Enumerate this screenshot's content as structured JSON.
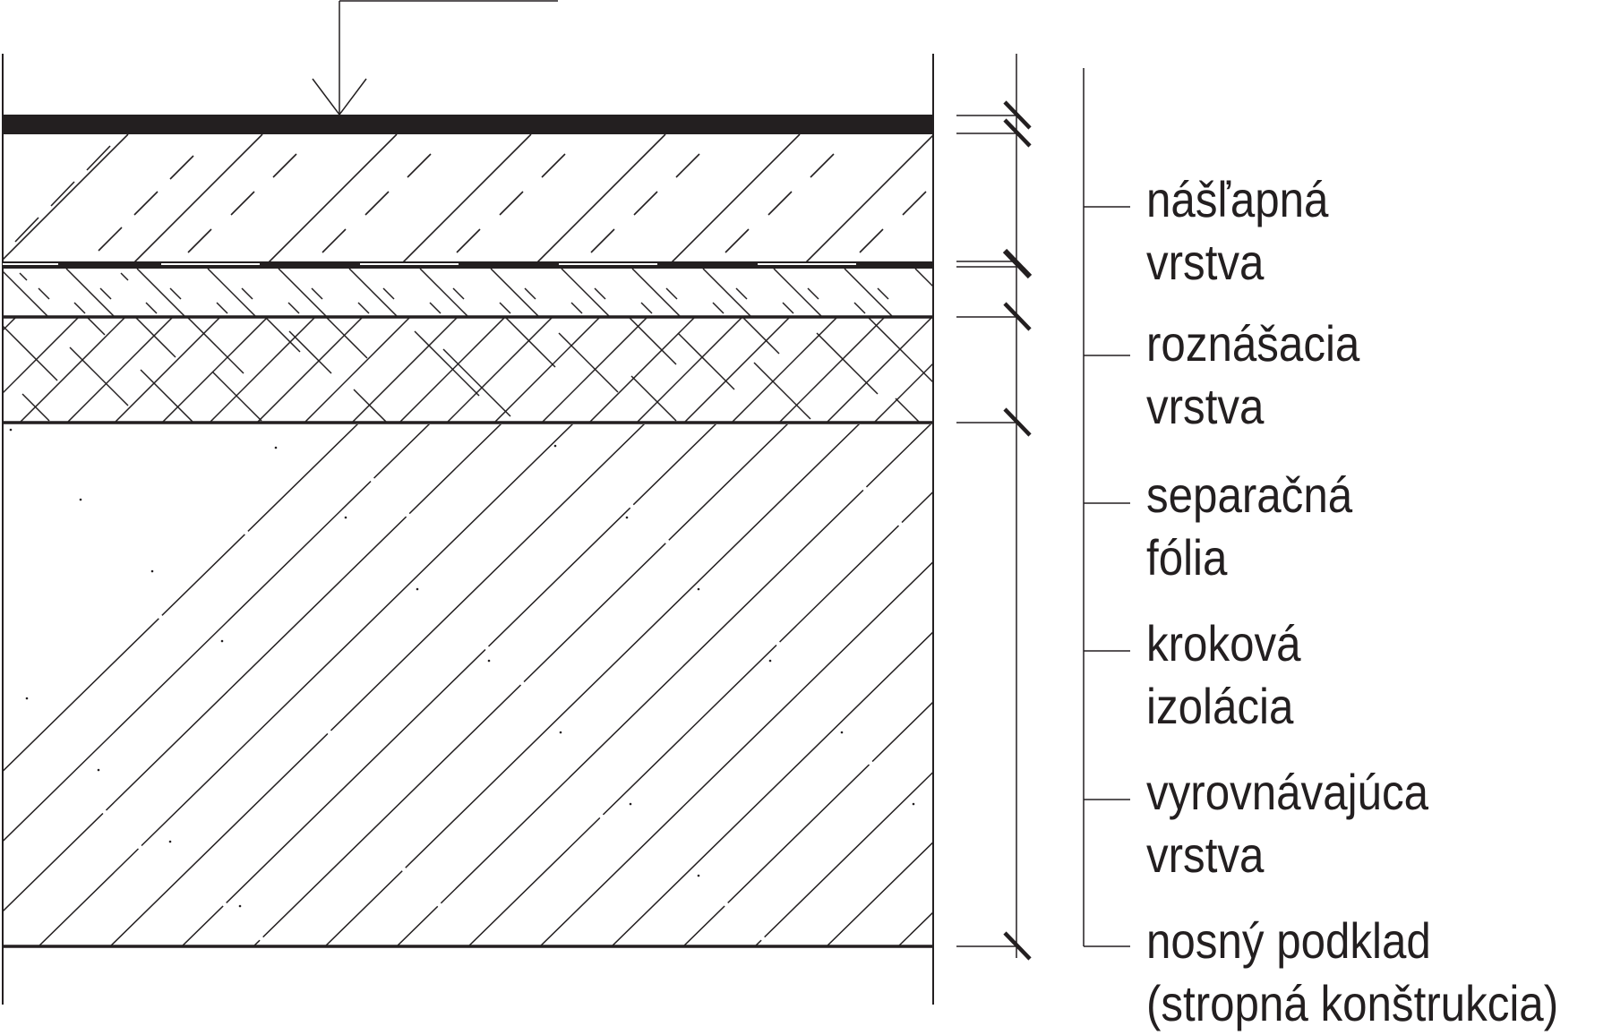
{
  "diagram": {
    "type": "floor-section",
    "title": "",
    "colors": {
      "ink": "#231f20",
      "background": "#ffffff"
    },
    "layers": [
      {
        "id": "nasl",
        "lines": [
          "nášľapná",
          "vrstva"
        ],
        "hatch": "solid-black"
      },
      {
        "id": "roznas",
        "lines": [
          "roznášacia",
          "vrstva"
        ],
        "hatch": "diagonal-dashed-forward"
      },
      {
        "id": "separ",
        "lines": [
          "separačná",
          "fólia"
        ],
        "hatch": "thin-black-with-gaps"
      },
      {
        "id": "krok",
        "lines": [
          "kroková",
          "izolácia"
        ],
        "hatch": "diagonal-dashed-back"
      },
      {
        "id": "vyrov",
        "lines": [
          "vyrovnávajúca",
          "vrstva"
        ],
        "hatch": "crosshatch"
      },
      {
        "id": "nosny",
        "lines": [
          "nosný podklad",
          "(stropná konštrukcia)"
        ],
        "hatch": "concrete-diagonal-dotted"
      }
    ],
    "label_positions_y": [
      190,
      355,
      520,
      685,
      850,
      1015
    ]
  }
}
